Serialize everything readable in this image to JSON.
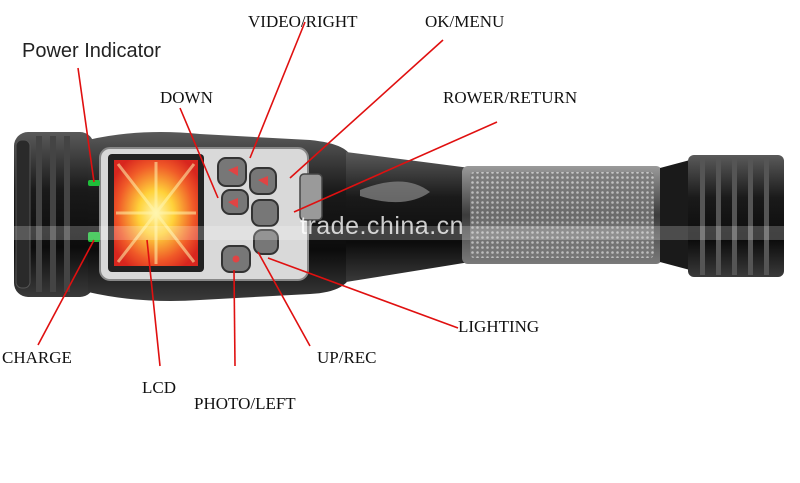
{
  "labels": {
    "power_indicator": "Power Indicator",
    "video_right": "VIDEO/RIGHT",
    "ok_menu": "OK/MENU",
    "down": "DOWN",
    "rower_return": "ROWER/RETURN",
    "charge": "CHARGE",
    "lcd": "LCD",
    "photo_left": "PHOTO/LEFT",
    "up_rec": "UP/REC",
    "lighting": "LIGHTING"
  },
  "watermark": "trade.china.cn",
  "colors": {
    "leader_line": "#e01010",
    "indicator_green": "#1fbe3a",
    "lcd_red": "#e8312a",
    "lcd_yellow": "#ffd23a",
    "body_dark": "#1a1a1a"
  }
}
